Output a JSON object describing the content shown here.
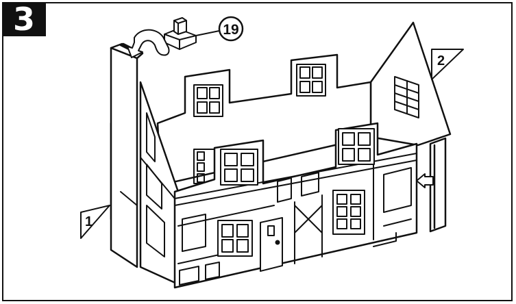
{
  "step": {
    "number": "3"
  },
  "callouts": {
    "part_19": "19",
    "part_1": "1",
    "part_2": "2"
  }
}
